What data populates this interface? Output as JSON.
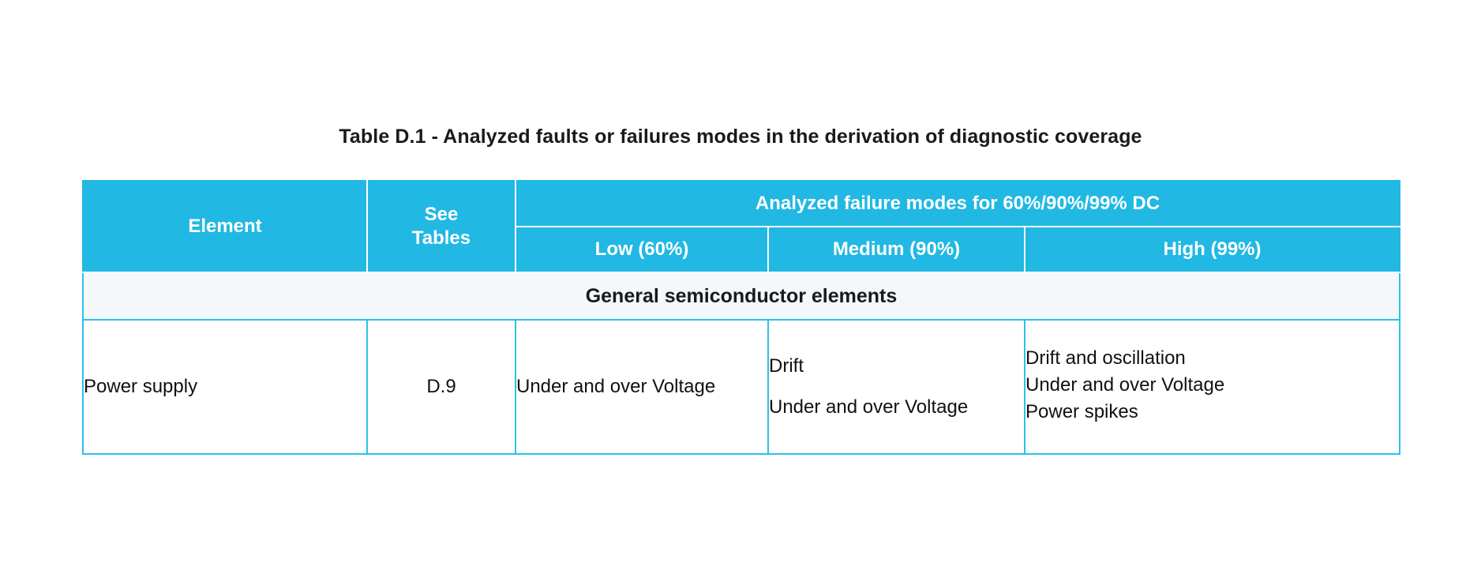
{
  "document": {
    "title": "Table D.1 - Analyzed faults or failures modes in the derivation of diagnostic coverage"
  },
  "table": {
    "headers": {
      "element": "Element",
      "see_tables_line1": "See",
      "see_tables_line2": "Tables",
      "group": "Analyzed failure modes for 60%/90%/99% DC",
      "low": "Low (60%)",
      "medium": "Medium (90%)",
      "high": "High (99%)"
    },
    "sections": [
      {
        "label": "General semiconductor elements",
        "rows": [
          {
            "element": "Power supply",
            "see_tables": "D.9",
            "low": [
              "Under and over Voltage"
            ],
            "medium": [
              "Drift",
              "Under and over Voltage"
            ],
            "high": [
              "Drift and oscillation",
              "Under and over Voltage",
              "Power spikes"
            ]
          }
        ]
      }
    ]
  },
  "colors": {
    "header_background": "#21b8e3",
    "header_text": "#ffffff",
    "border": "#2ec0ea",
    "section_background": "#f4f8fb",
    "body_text": "#111111",
    "page_background": "#ffffff"
  }
}
